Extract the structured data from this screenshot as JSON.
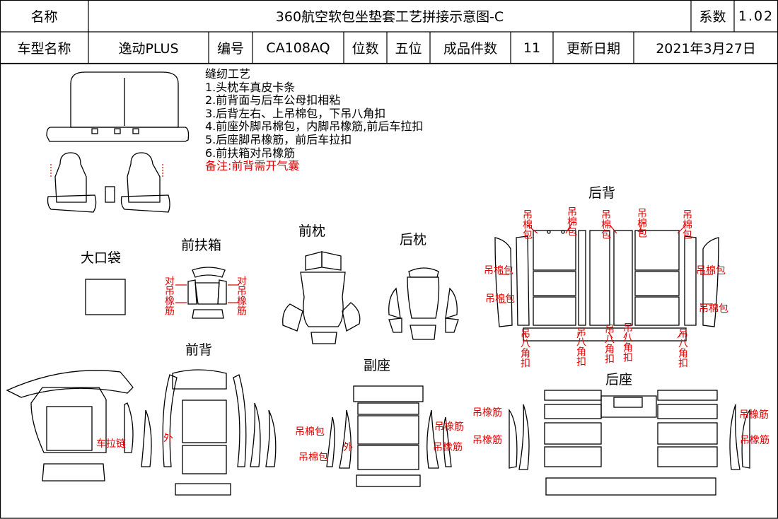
{
  "header": {
    "name_label": "名称",
    "title": "360航空软包坐垫套工艺拼接示意图-C",
    "coef_label": "系数",
    "coef_value": "1.02",
    "model_label": "车型名称",
    "model_value": "逸动PLUS",
    "code_label": "编号",
    "code_value": "CA108AQ",
    "seats_label": "位数",
    "seats_value": "五位",
    "pieces_label": "成品件数",
    "pieces_value": "11",
    "date_label": "更新日期",
    "date_value": "2021年3月27日"
  },
  "notes": {
    "title": "缝纫工艺",
    "items": [
      "1.头枕车真皮卡条",
      "2.前背面与后车公母扣相粘",
      "3.后背左右、上吊棉包，下吊八角扣",
      "4.前座外脚吊棉包，内脚吊橡筋,前后车拉扣",
      "5.后座脚吊橡筋，前后车拉扣",
      "6.前扶箱对吊橡筋"
    ],
    "remark": "备注:前背需开气囊"
  },
  "sections": {
    "big_pocket": "大口袋",
    "front_armrest": "前扶箱",
    "front_pillow": "前枕",
    "rear_pillow": "后枕",
    "rear_back": "后背",
    "front_back": "前背",
    "passenger_seat": "副座",
    "rear_seat": "后座"
  },
  "annotations": {
    "hang_cotton": "吊棉包",
    "hang_elastic": "吊橡筋",
    "pair_hang_elastic": "对吊橡筋",
    "hang_octagon": "吊八角扣",
    "car_zipper": "车拉链",
    "outer": "外"
  },
  "colors": {
    "line": "#000000",
    "accent": "#e00000"
  }
}
